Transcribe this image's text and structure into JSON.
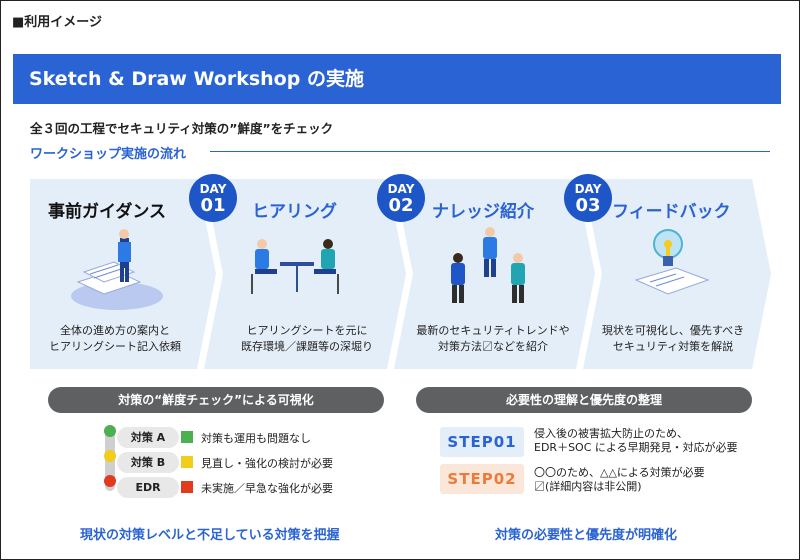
{
  "page_label": "■利用イメージ",
  "banner_title": "Sketch & Draw Workshop の実施",
  "subtitle": "全３回の工程でセキュリティ対策の”鮮度”をチェック",
  "flow_title": "ワークショップ実施の流れ",
  "steps": [
    {
      "title": "事前ガイダンス",
      "desc1": "全体の進め方の案内と",
      "desc2": "ヒアリングシート記入依頼"
    },
    {
      "day": "DAY",
      "num": "01",
      "title": "ヒアリング",
      "desc1": "ヒアリングシートを元に",
      "desc2": "既存環境／課題等の深堀り"
    },
    {
      "day": "DAY",
      "num": "02",
      "title": "ナレッジ紹介",
      "desc1": "最新のセキュリティトレンドや",
      "desc2": "対策方法〼などを紹介"
    },
    {
      "day": "DAY",
      "num": "03",
      "title": "フィードバック",
      "desc1": "現状を可視化し、優先すべき",
      "desc2": "セキュリティ対策を解説"
    }
  ],
  "left_section": {
    "pill": "対策の“鮮度チェック”による可視化",
    "levels": [
      {
        "label": "対策 A",
        "color": "#4caf50",
        "dot": "#4caf50",
        "text": "対策も運用も問題なし"
      },
      {
        "label": "対策 B",
        "color": "#f2cd1c",
        "dot": "#f2cd1c",
        "text": "見直し・強化の検討が必要"
      },
      {
        "label": "EDR",
        "color": "#e23a1e",
        "dot": "#e23a1e",
        "text": "未実施／早急な強化が必要"
      }
    ],
    "caption": "現状の対策レベルと不足している対策を把握"
  },
  "right_section": {
    "pill": "必要性の理解と優先度の整理",
    "steps": [
      {
        "label": "STEP01",
        "line1": "侵入後の被害拡大防止のため、",
        "line2": "EDR＋SOC による早期発見・対応が必要"
      },
      {
        "label": "STEP02",
        "line1": "〇〇のため、△△による対策が必要",
        "line2": "〼(詳細内容は非公開)"
      }
    ],
    "caption": "対策の必要性と優先度が明確化"
  },
  "colors": {
    "brand_blue": "#2a63d4",
    "badge_blue": "#1f56c7",
    "chevron_fill": "#e4eef8",
    "pill_gray": "#5f6062"
  }
}
